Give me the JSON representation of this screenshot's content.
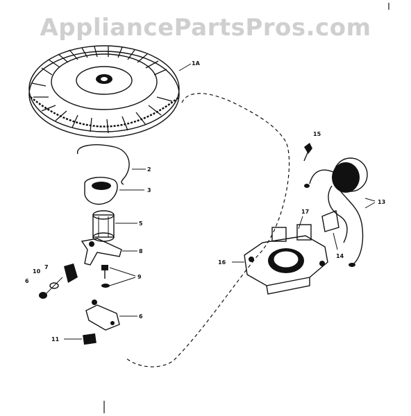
{
  "watermark": "AppliancePartsPros.com",
  "callouts": {
    "flywheel": "1A",
    "spring": "2",
    "cover": "3",
    "bearing": "5",
    "lever": "8",
    "screws_pair": "9",
    "plate": "6",
    "small_screw": "6",
    "washer": "10",
    "clip": "7",
    "bracket": "11",
    "screw_top": "15",
    "coil": "13",
    "insulator": "14",
    "housing_top": "17",
    "housing": "16"
  },
  "icons": [
    "flywheel-icon",
    "spring-wire-icon",
    "cover-icon",
    "bearing-icon",
    "lever-icon",
    "plate-icon",
    "coil-icon",
    "stator-housing-icon"
  ]
}
